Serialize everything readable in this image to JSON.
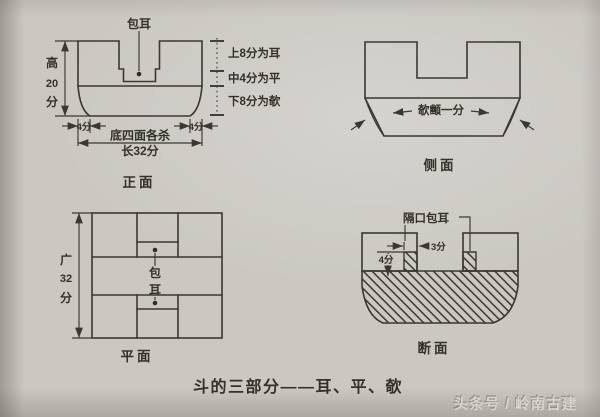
{
  "page": {
    "title_caption": "斗的三部分——耳、平、欹",
    "watermark": "头条号 / 岭南古建",
    "colors": {
      "paper": "#cbc8c2",
      "ink": "#3b3833",
      "watermark": "#d8d5cf"
    }
  },
  "front_view": {
    "caption": "正面",
    "bao_er_label": "包耳",
    "height_label": [
      "高",
      "20",
      "分"
    ],
    "right_annotations": [
      "上8分为耳",
      "中4分为平",
      "下8分为欹"
    ],
    "taper_left": "4分",
    "taper_right": "4分",
    "bottom_note": "底四面各杀",
    "length_label": "长32分"
  },
  "side_view": {
    "caption": "侧面",
    "qi_concave_label": "欹䫜一分"
  },
  "plan_view": {
    "caption": "平面",
    "width_label": [
      "广",
      "32",
      "分"
    ],
    "bao_er_label": [
      "包",
      "耳"
    ]
  },
  "section_view": {
    "caption": "断面",
    "lip_label": "隔口包耳",
    "lip_width_label": "3分",
    "lip_depth_label": "4分"
  }
}
